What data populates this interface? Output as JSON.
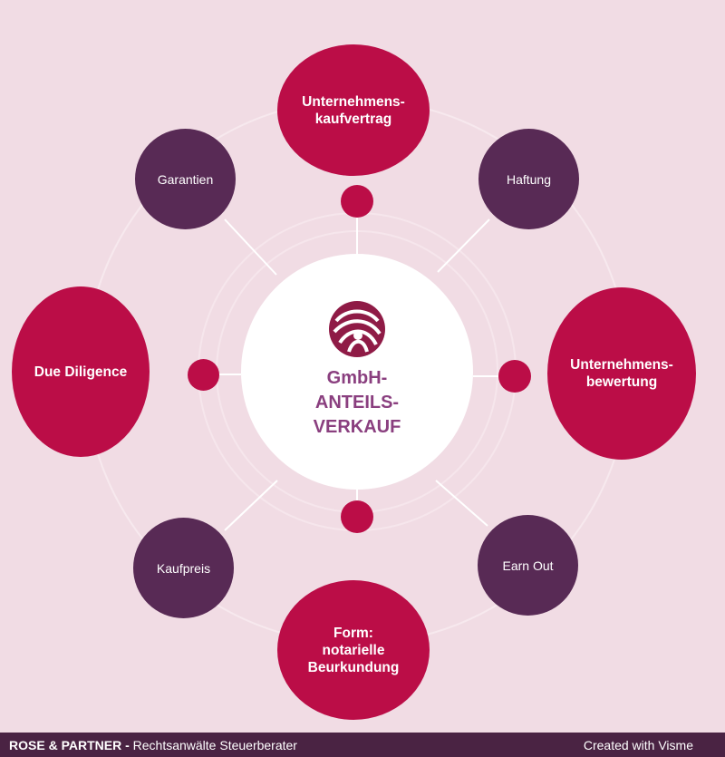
{
  "colors": {
    "background": "#f1dce4",
    "primary": "#bb0d47",
    "secondary": "#582a55",
    "center_text": "#8a3f7f",
    "footer": "#4a2343"
  },
  "center": {
    "title": "GmbH-\nANTEILS-\nVERKAUF",
    "icon": "rose-logo-icon"
  },
  "primary_nodes": {
    "top": "Unternehmens-\nkaufvertrag",
    "left": "Due Diligence",
    "right": "Unternehmens-\nbewertung",
    "bottom": "Form:\nnotarielle\nBeurkundung"
  },
  "secondary_nodes": {
    "top_left": "Garantien",
    "top_right": "Haftung",
    "bottom_left": "Kaufpreis",
    "bottom_right": "Earn Out"
  },
  "footer": {
    "brand": "ROSE & PARTNER -",
    "subtitle": " Rechtsanwälte Steuerberater",
    "credit": "Created with Visme"
  }
}
